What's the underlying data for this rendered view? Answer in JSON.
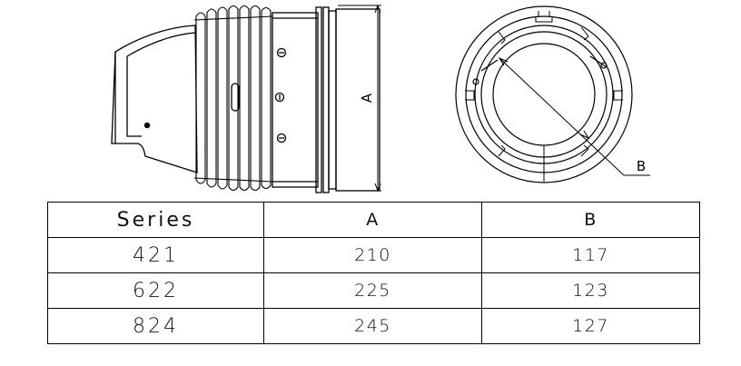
{
  "drawing": {
    "side_view": {
      "dimension_label": "A"
    },
    "front_view": {
      "dimension_label": "B"
    }
  },
  "table": {
    "headers": [
      "Series",
      "A",
      "B"
    ],
    "rows": [
      [
        "421",
        "210",
        "117"
      ],
      [
        "622",
        "225",
        "123"
      ],
      [
        "824",
        "245",
        "127"
      ]
    ]
  }
}
